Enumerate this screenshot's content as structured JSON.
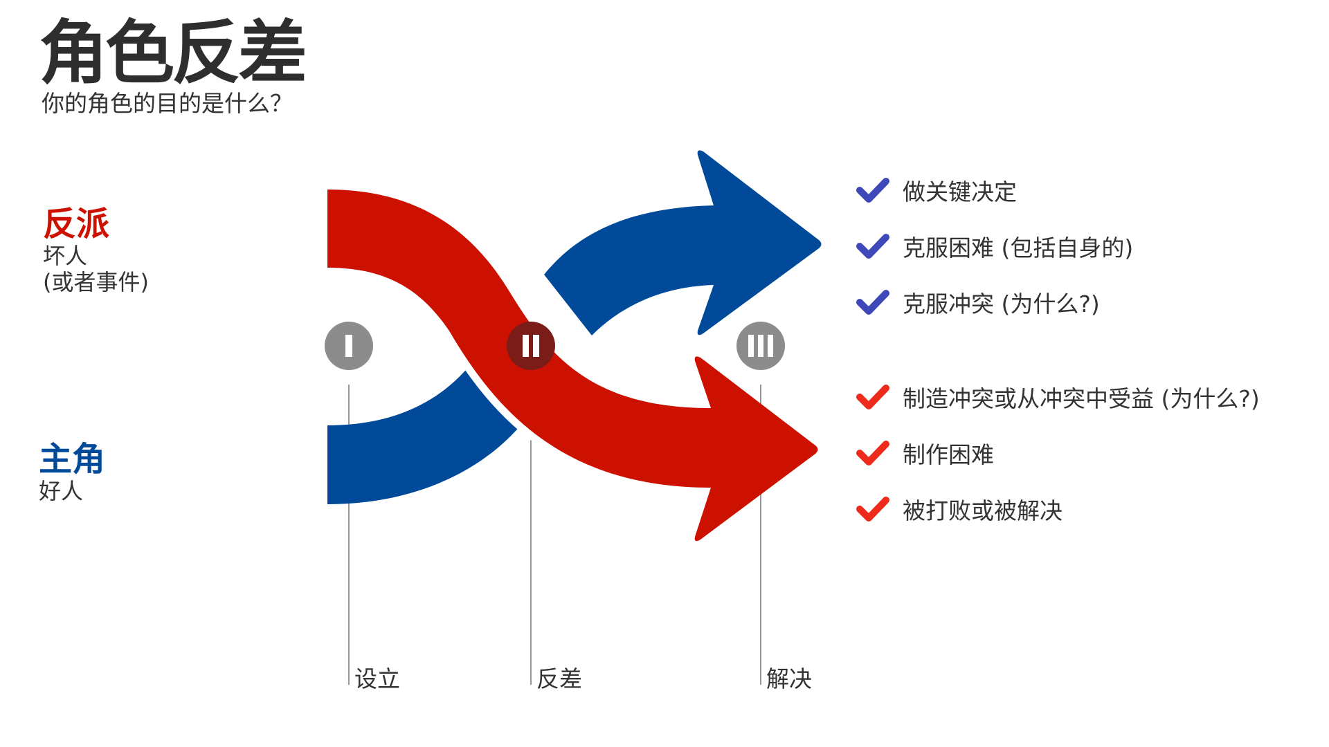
{
  "header": {
    "title": "角色反差",
    "subtitle": "你的角色的目的是什么？"
  },
  "roles": {
    "antagonist": {
      "name": "反派",
      "line1": "坏人",
      "line2": "(或者事件)",
      "color": "#cc1100"
    },
    "protagonist": {
      "name": "主角",
      "line1": "好人",
      "color": "#004a99"
    }
  },
  "phases": [
    {
      "numeral": "I",
      "label": "设立",
      "marker_color": "#8c8c8c"
    },
    {
      "numeral": "II",
      "label": "反差",
      "marker_color": "#7a1c18"
    },
    {
      "numeral": "III",
      "label": "解决",
      "marker_color": "#8c8c8c"
    }
  ],
  "arrows": {
    "protagonist_color": "#004a99",
    "antagonist_color": "#cc1100"
  },
  "protagonist_goals": {
    "check_color": "#3f48b8",
    "items": [
      "做关键决定",
      "克服困难 (包括自身的)",
      "克服冲突 (为什么?)"
    ]
  },
  "antagonist_goals": {
    "check_color": "#ee2a1c",
    "items": [
      "制造冲突或从冲突中受益 (为什么?)",
      "制作困难",
      "被打败或被解决"
    ]
  }
}
